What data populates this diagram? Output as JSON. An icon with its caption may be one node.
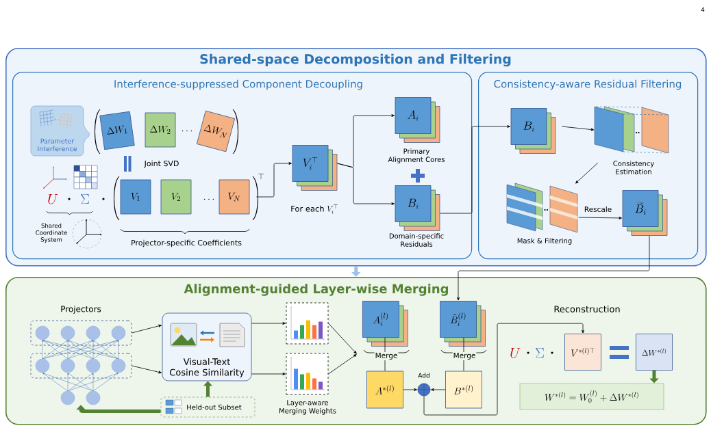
{
  "diagram": {
    "nodes": [
      {
        "text": [
          "Shared-space Decomposition and Filtering"
        ]
      },
      {
        "text": [
          "Interference-suppressed Component Decoupling"
        ],
        "in": 0
      },
      {
        "text": [
          "Consistency-aware Residual Filtering"
        ],
        "in": 0
      },
      {
        "text": [
          "Parameter Interference"
        ],
        "in": 1
      },
      {
        "text": [
          "\\Delta W_1"
        ],
        "in": 1
      },
      {
        "text": [
          "\\Delta W_2"
        ],
        "in": 1
      },
      {
        "text": [
          "\\Delta W_N"
        ],
        "in": 1
      },
      {
        "text": [
          "V_1"
        ],
        "in": 1
      },
      {
        "text": [
          "V_2"
        ],
        "in": 1
      },
      {
        "text": [
          "V_N"
        ],
        "in": 1
      },
      {
        "text": [
          "V_i^{\\top}"
        ],
        "in": 1
      },
      {
        "text": [
          "A_i"
        ],
        "in": 1,
        "beside": [
          "Primary Alignment Cores"
        ]
      },
      {
        "text": [
          "B_i"
        ],
        "in": 1,
        "beside": [
          "Domain-specific Residuals"
        ]
      },
      {
        "text": [
          "B_i"
        ],
        "in": 2
      },
      {
        "text": [],
        "shape": "picture",
        "in": 2,
        "beside": [
          "Consistency Estimation"
        ]
      },
      {
        "text": [],
        "shape": "picture",
        "in": 2,
        "beside": [
          "Mask & Filtering"
        ]
      },
      {
        "text": [
          "\\widetilde{B}_i"
        ],
        "in": 2
      },
      {
        "text": [
          "Alignment-guided Layer-wise Merging"
        ]
      },
      {
        "text": [],
        "shape": "box",
        "in": 17
      },
      {
        "text": [],
        "shape": "box",
        "in": 17
      },
      {
        "text": [
          "Visual-Text Cosine Similarity"
        ],
        "in": 17
      },
      {
        "text": [
          "Held-out Subset"
        ],
        "in": 17
      },
      {
        "text": [],
        "shape": "chart",
        "in": 17
      },
      {
        "text": [],
        "shape": "chart",
        "in": 17,
        "beside": [
          "Layer-aware Merging Weights"
        ]
      },
      {
        "text": [
          "A_i^{(l)}"
        ],
        "in": 17
      },
      {
        "text": [
          "\\tilde{B}_i^{(l)}"
        ],
        "in": 17
      },
      {
        "text": [
          "A^{*(l)}"
        ],
        "in": 17
      },
      {
        "text": [
          "B^{*(l)}"
        ],
        "in": 17
      },
      {
        "text": [],
        "shape": "circle",
        "in": 17,
        "beside": [
          "Add"
        ]
      },
      {
        "text": [
          "V^{*(l)\\top}"
        ],
        "in": 17
      },
      {
        "text": [
          "\\Delta W^{*(l)}"
        ],
        "in": 17
      },
      {
        "text": [
          "W^{*(l)} = W_0^{(l)} + \\Delta W^{*(l)}"
        ],
        "in": 17
      },
      {
        "text": [],
        "shape": "picture",
        "in": 17
      }
    ],
    "edges": [
      {
        "from": 0,
        "to": 17,
        "arrow": "to",
        "style": "thick",
        "color": "#9dc3e6"
      },
      {
        "from": 9,
        "to": 10,
        "arrow": "to"
      },
      {
        "from": 10,
        "to": 11,
        "arrow": "to"
      },
      {
        "from": 10,
        "to": 12,
        "arrow": "to"
      },
      {
        "from": 12,
        "to": 13,
        "arrow": "to"
      },
      {
        "from": 13,
        "to": 14,
        "arrow": "to"
      },
      {
        "from": 14,
        "to": 15,
        "arrow": "to"
      },
      {
        "from": 15,
        "to": 16,
        "arrow": "to",
        "label": "Rescale"
      },
      {
        "from": 16,
        "to": 25,
        "arrow": "to"
      },
      {
        "from": 18,
        "to": 20,
        "arrow": "to"
      },
      {
        "from": 19,
        "to": 20,
        "arrow": "to"
      },
      {
        "from": 20,
        "to": 22,
        "arrow": "to"
      },
      {
        "from": 20,
        "to": 23,
        "arrow": "to"
      },
      {
        "from": 21,
        "to": 20,
        "arrow": "to",
        "style": "thick",
        "color": "#548235"
      },
      {
        "from": 21,
        "to": 32,
        "arrow": "to",
        "style": "thick",
        "color": "#548235"
      },
      {
        "from": 22,
        "to": 24,
        "arrow": "to"
      },
      {
        "from": 23,
        "to": 24,
        "arrow": "to"
      },
      {
        "from": 24,
        "to": 26,
        "arrow": "none",
        "label": "Merge"
      },
      {
        "from": 25,
        "to": 27,
        "arrow": "none",
        "label": "Merge"
      },
      {
        "from": 26,
        "to": 28,
        "arrow": "to"
      },
      {
        "from": 27,
        "to": 28,
        "arrow": "to"
      },
      {
        "from": 28,
        "to": 29,
        "arrow": "to"
      },
      {
        "from": 30,
        "to": 31,
        "arrow": "to",
        "style": "thick",
        "color": "#548235"
      }
    ],
    "labels": [
      "4",
      "Joint SVD",
      "\\cdots",
      "U",
      "\\Sigma",
      "\\cdots",
      "\\top",
      "Shared Coordinate System",
      "Projector-specific Coefficients",
      "\\mbox{For each }V_i^{\\top}",
      "Projectors",
      "Reconstruction",
      "U",
      "\\Sigma"
    ]
  }
}
